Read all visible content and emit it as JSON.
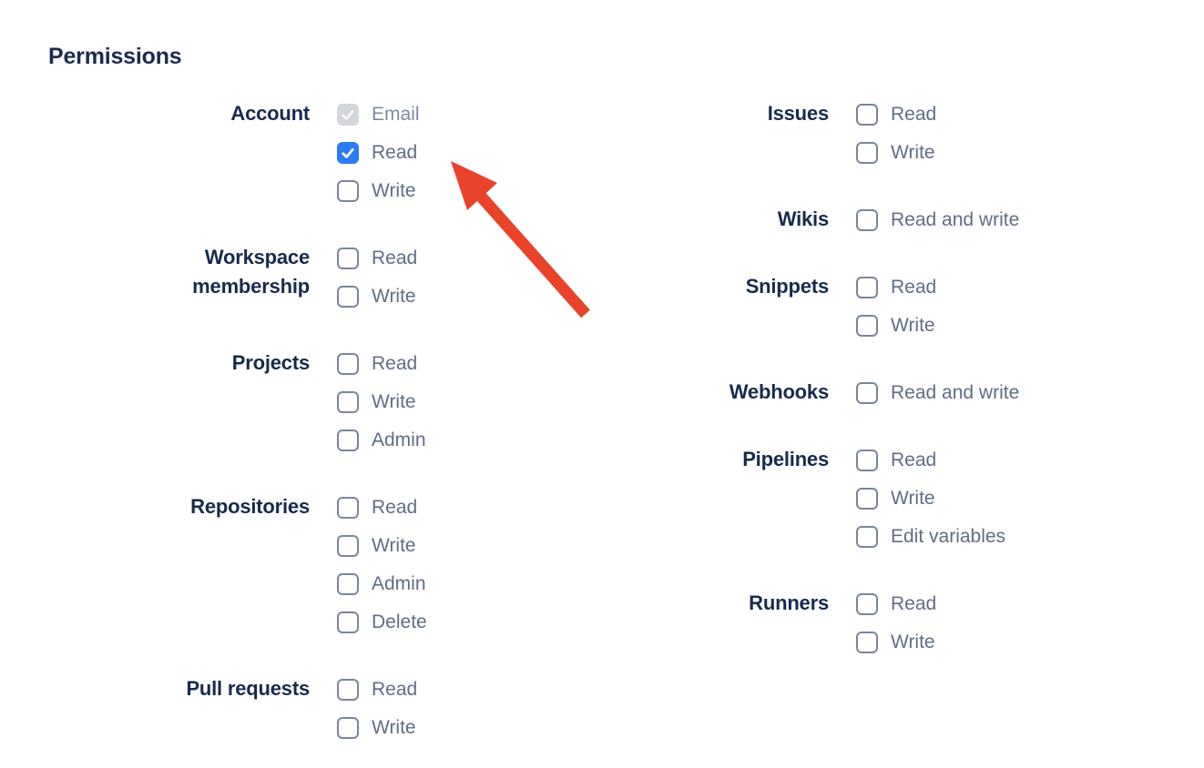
{
  "permissions": {
    "heading": "Permissions",
    "columns": [
      {
        "groups": [
          {
            "label": "Account",
            "items": [
              {
                "label": "Email",
                "state": "checked-disabled"
              },
              {
                "label": "Read",
                "state": "checked"
              },
              {
                "label": "Write",
                "state": "unchecked"
              }
            ]
          },
          {
            "label": "Workspace membership",
            "items": [
              {
                "label": "Read",
                "state": "unchecked"
              },
              {
                "label": "Write",
                "state": "unchecked"
              }
            ]
          },
          {
            "label": "Projects",
            "items": [
              {
                "label": "Read",
                "state": "unchecked"
              },
              {
                "label": "Write",
                "state": "unchecked"
              },
              {
                "label": "Admin",
                "state": "unchecked"
              }
            ]
          },
          {
            "label": "Repositories",
            "items": [
              {
                "label": "Read",
                "state": "unchecked"
              },
              {
                "label": "Write",
                "state": "unchecked"
              },
              {
                "label": "Admin",
                "state": "unchecked"
              },
              {
                "label": "Delete",
                "state": "unchecked"
              }
            ]
          },
          {
            "label": "Pull requests",
            "items": [
              {
                "label": "Read",
                "state": "unchecked"
              },
              {
                "label": "Write",
                "state": "unchecked"
              }
            ]
          }
        ]
      },
      {
        "groups": [
          {
            "label": "Issues",
            "items": [
              {
                "label": "Read",
                "state": "unchecked"
              },
              {
                "label": "Write",
                "state": "unchecked"
              }
            ]
          },
          {
            "label": "Wikis",
            "items": [
              {
                "label": "Read and write",
                "state": "unchecked"
              }
            ]
          },
          {
            "label": "Snippets",
            "items": [
              {
                "label": "Read",
                "state": "unchecked"
              },
              {
                "label": "Write",
                "state": "unchecked"
              }
            ]
          },
          {
            "label": "Webhooks",
            "items": [
              {
                "label": "Read and write",
                "state": "unchecked"
              }
            ]
          },
          {
            "label": "Pipelines",
            "items": [
              {
                "label": "Read",
                "state": "unchecked"
              },
              {
                "label": "Write",
                "state": "unchecked"
              },
              {
                "label": "Edit variables",
                "state": "unchecked"
              }
            ]
          },
          {
            "label": "Runners",
            "items": [
              {
                "label": "Read",
                "state": "unchecked"
              },
              {
                "label": "Write",
                "state": "unchecked"
              }
            ]
          }
        ]
      }
    ]
  },
  "annotation": {
    "arrow_color": "#E9432B",
    "points_at": "account-read-checkbox"
  },
  "colors": {
    "checkbox_checked": "#2B7BF6",
    "checkbox_disabled_bg": "#D3D6DB",
    "checkbox_border": "#79859A",
    "heading_text": "#1C2B50",
    "group_label_text": "#172B4D",
    "item_label_text": "#5F6D85"
  }
}
